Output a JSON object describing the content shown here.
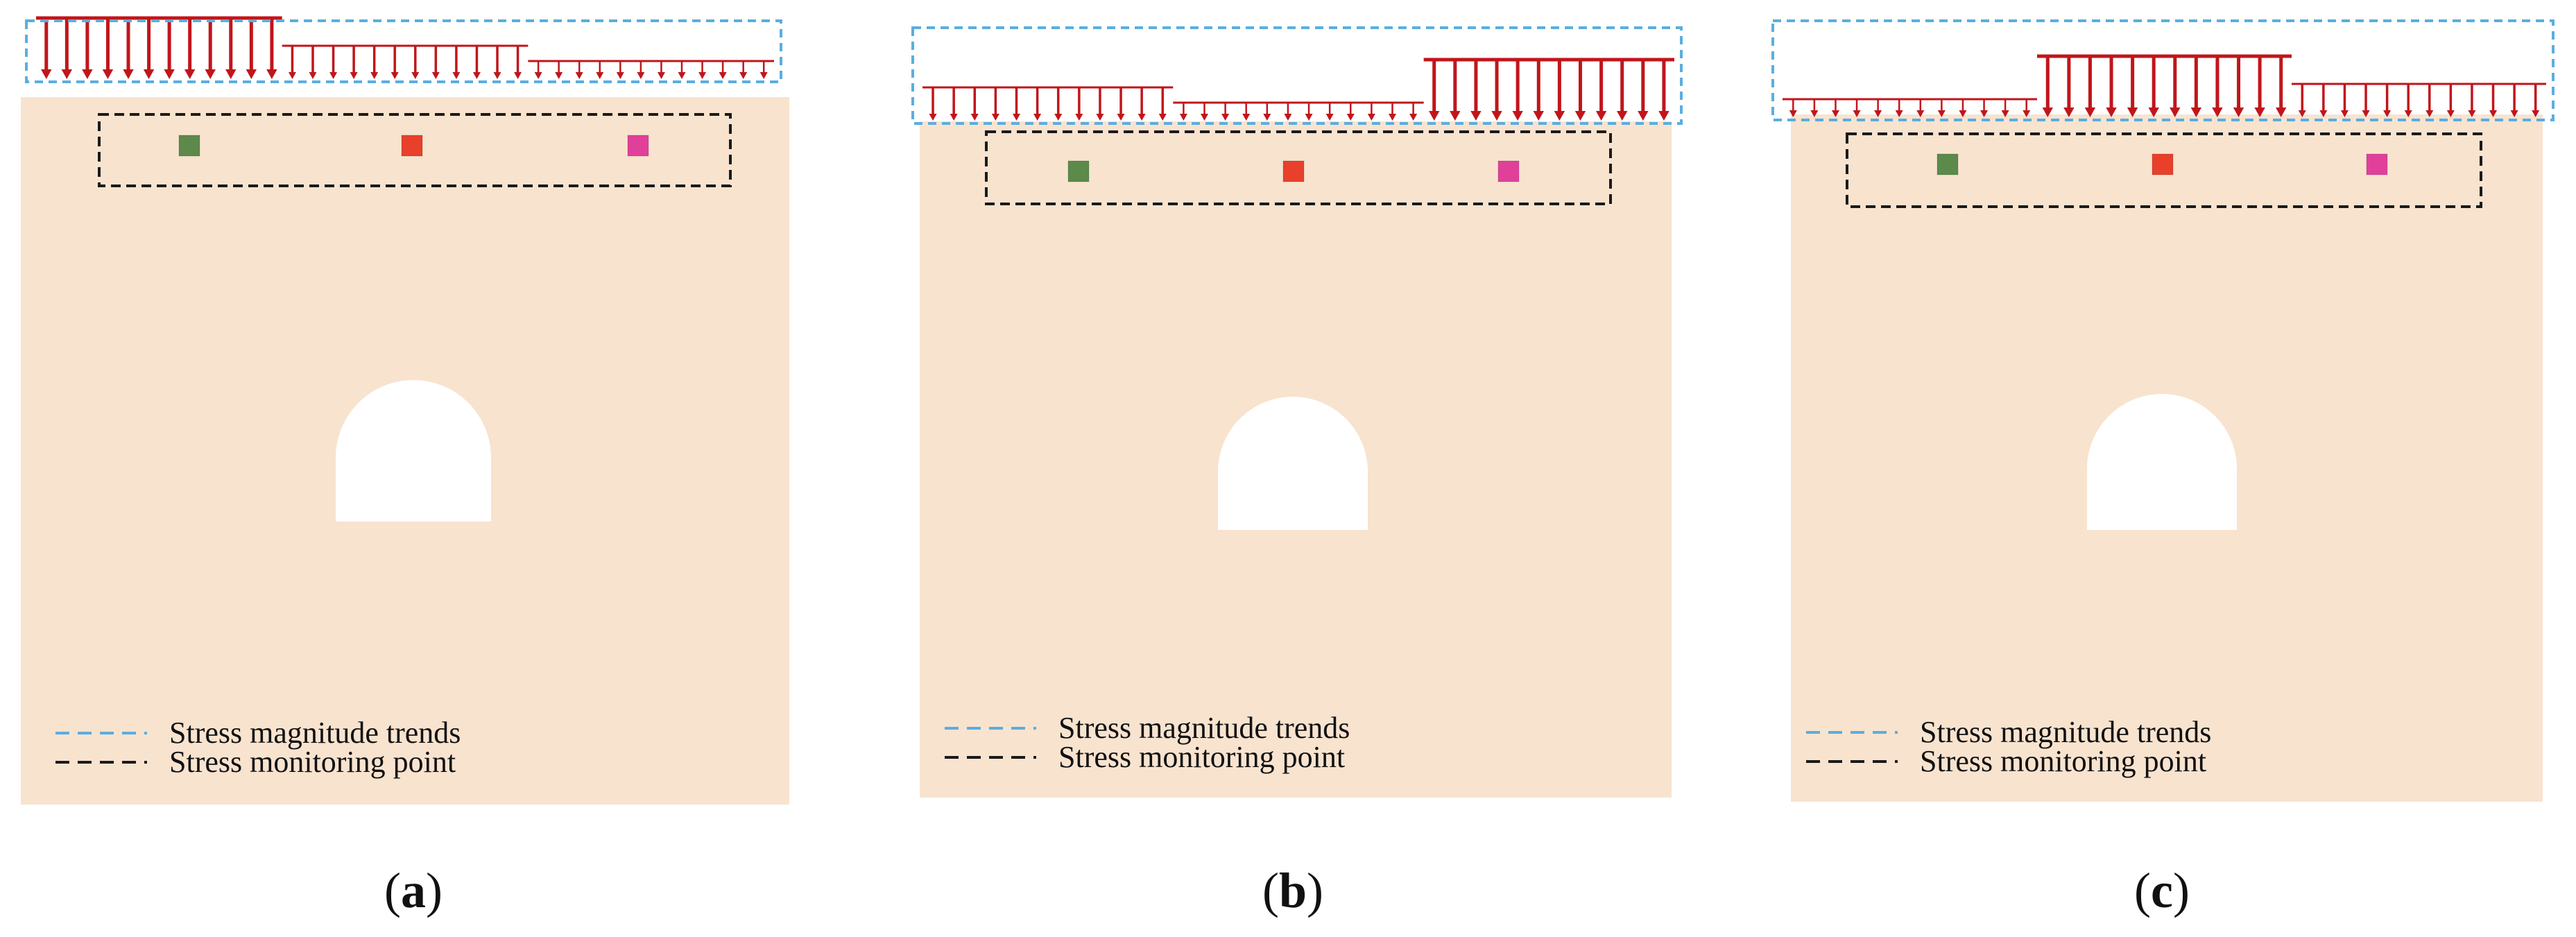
{
  "panels": [
    {
      "id": "a",
      "caption_letter": "a",
      "load_profile": [
        "high",
        "medium",
        "low"
      ],
      "monitoring_points": [
        "green",
        "red",
        "magenta"
      ],
      "legend": {
        "trend_label": "Stress magnitude trends",
        "monitor_label": "Stress monitoring point"
      }
    },
    {
      "id": "b",
      "caption_letter": "b",
      "load_profile": [
        "medium",
        "low",
        "high"
      ],
      "monitoring_points": [
        "green",
        "red",
        "magenta"
      ],
      "legend": {
        "trend_label": "Stress magnitude trends",
        "monitor_label": "Stress monitoring point"
      }
    },
    {
      "id": "c",
      "caption_letter": "c",
      "load_profile": [
        "low",
        "high",
        "medium"
      ],
      "monitoring_points": [
        "green",
        "red",
        "magenta"
      ],
      "legend": {
        "trend_label": "Stress magnitude trends",
        "monitor_label": "Stress monitoring point"
      }
    }
  ],
  "colors": {
    "rock_fill": "#f8e3cf",
    "tunnel_fill": "#ffffff",
    "arrow_red": "#c0161b",
    "trend_box": "#5aaee0",
    "monitor_box": "#1a1a1a",
    "green": "#5b8a4a",
    "red": "#e8402a",
    "magenta": "#e0409a"
  }
}
